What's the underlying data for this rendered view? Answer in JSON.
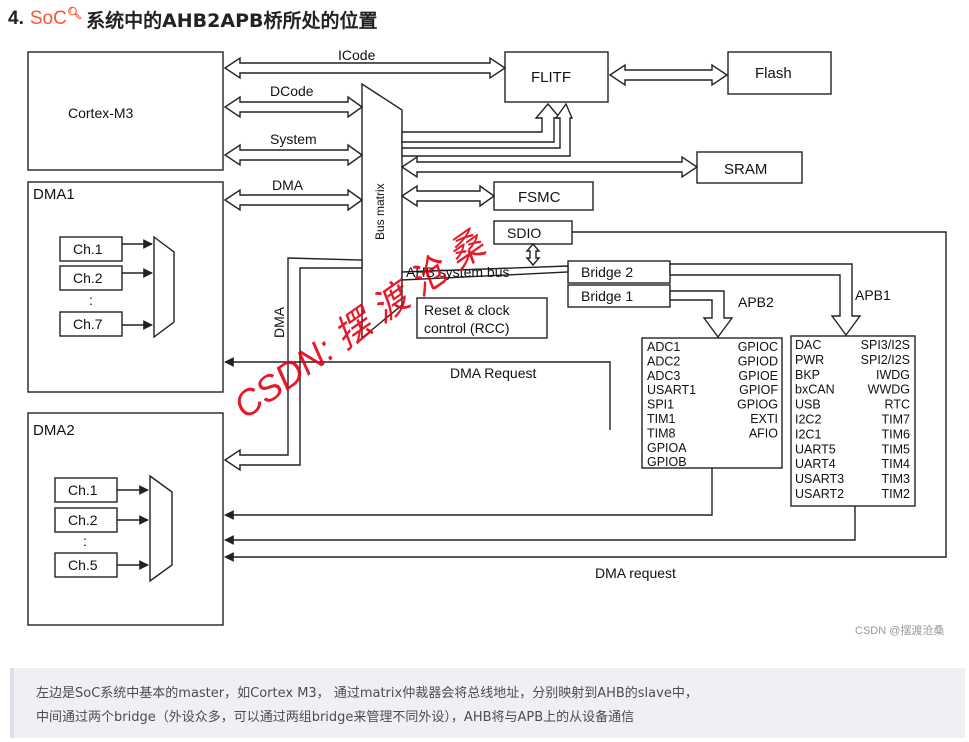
{
  "heading": {
    "number": "4.",
    "soc_link": "SoC",
    "search_icon": "search-icon",
    "title": "系统中的AHB2APB桥所处的位置"
  },
  "figure": {
    "cortex": "Cortex-M3",
    "dma1": "DMA1",
    "dma2": "DMA2",
    "dma1_channels": [
      "Ch.1",
      "Ch.2",
      "Ch.7"
    ],
    "dma2_channels": [
      "Ch.1",
      "Ch.2",
      "Ch.5"
    ],
    "dots": ":",
    "buses": {
      "icode": "ICode",
      "dcode": "DCode",
      "system": "System",
      "dma": "DMA",
      "dma_vertical": "DMA"
    },
    "bus_matrix": "Bus matrix",
    "flitf": "FLITF",
    "flash": "Flash",
    "sram": "SRAM",
    "fsmc": "FSMC",
    "sdio": "SDIO",
    "ahb_system_bus": "AHB system bus",
    "bridge2": "Bridge 2",
    "bridge1": "Bridge 1",
    "rcc_line1": "Reset & clock",
    "rcc_line2": "control (RCC)",
    "apb2": "APB2",
    "apb1": "APB1",
    "dma_request_top": "DMA Request",
    "dma_request_bottom": "DMA request",
    "apb2_left": [
      "ADC1",
      "ADC2",
      "ADC3",
      "USART1",
      "SPI1",
      "TIM1",
      "TIM8",
      "GPIOA",
      "GPIOB"
    ],
    "apb2_right": [
      "GPIOC",
      "GPIOD",
      "GPIOE",
      "GPIOF",
      "GPIOG",
      "EXTI",
      "AFIO"
    ],
    "apb1_left": [
      "DAC",
      "PWR",
      "BKP",
      "bxCAN",
      "USB",
      "I2C2",
      "I2C1",
      "UART5",
      "UART4",
      "USART3",
      "USART2"
    ],
    "apb1_right": [
      "SPI3/I2S",
      "SPI2/I2S",
      "IWDG",
      "WWDG",
      "RTC",
      "TIM7",
      "TIM6",
      "TIM5",
      "TIM4",
      "TIM3",
      "TIM2"
    ],
    "watermark": "CSDN: 摆 渡 沧 桑",
    "credit": "CSDN @摆渡沧桑"
  },
  "note": {
    "line1": "左边是SoC系统中基本的master，如Cortex M3， 通过matrix仲裁器会将总线地址，分别映射到AHB的slave中，",
    "line2": "中间通过两个bridge（外设众多，可以通过两组bridge来管理不同外设），AHB将与APB上的从设备通信"
  },
  "colors": {
    "soc_link": "#fc5531",
    "watermark": "#e60012",
    "note_bg": "#eef0f4"
  }
}
